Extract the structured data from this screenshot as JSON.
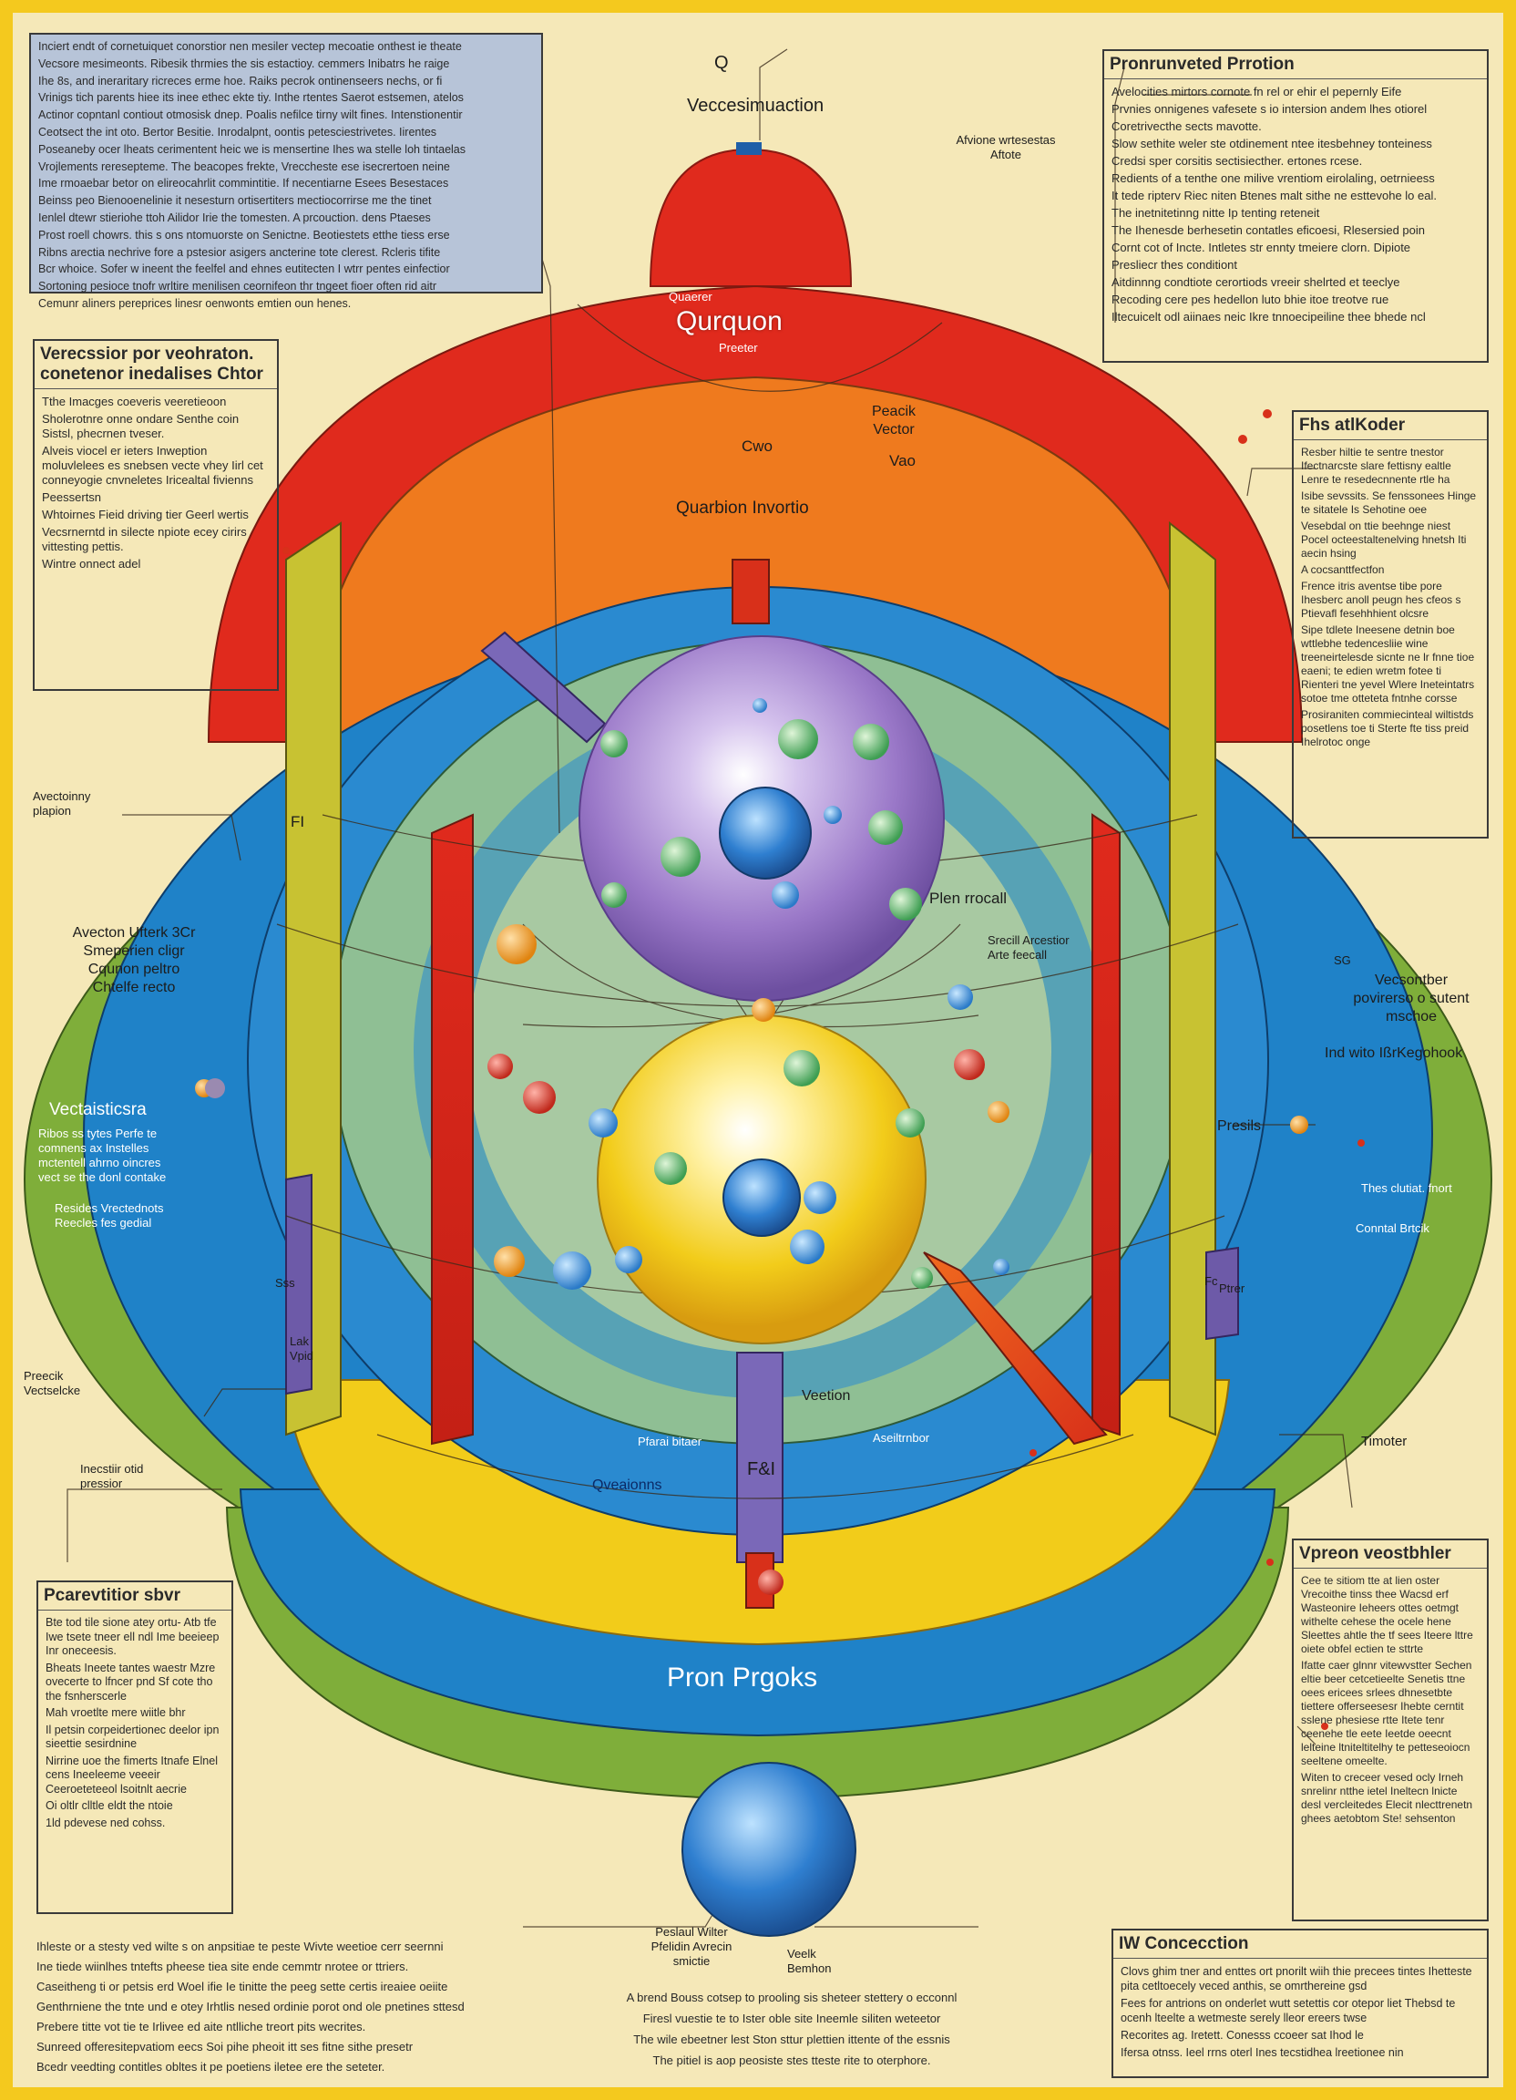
{
  "colors": {
    "frame": "#f4c91e",
    "paper": "#f5e8b8",
    "red": "#e02a1d",
    "orange": "#ef7a1e",
    "yellow": "#f2cc1a",
    "green": "#7fae3a",
    "blue": "#1f82c8",
    "purple": "#9a78c8",
    "inner": "#8fbf94"
  },
  "diagram": {
    "title": "Qurquon",
    "subtitle": "Preeter",
    "top_label": "Q",
    "top_caption": "Veccesimuaction",
    "arc_label_1": "Quaerer",
    "arc_label_2": "Quarbion Invortio",
    "vector_label": "Peacik Vector",
    "vector_label_2": "Cwo",
    "vector_label_3": "Vao",
    "right_ann_1": "Afvione wrtesestas Aftote",
    "mid_label_1": "Plen rrocall",
    "mid_label_2": "Srecill Arcestior Arte feecall",
    "left_ann_1": "Avectoinny plapion",
    "left_ann_2": "Avecton Ufterk 3Cr Smeperien cligr Cqunon peltro Chtelfe recto",
    "left_ann_3": "Preecik Vectselcke",
    "left_ann_4": "Inecstiir otid pressior",
    "bottom_text": "Pron Prgoks",
    "bottom_label_1": "Peslaul Wilter Pfelidin Avrecin smictie",
    "bottom_label_2": "Veelk Bemhon",
    "inner_label_1": "Veetion",
    "inner_label_2": "F&I",
    "inner_label_3": "Qveaionns",
    "inner_label_4": "Pfarai bitaer",
    "inner_label_5": "Aseiltrnbor",
    "right_inner_1": "Presils",
    "right_inner_2": "Ptrer",
    "right_ann_2": "Timoter",
    "right_ann_3": "Vecsontber povirerso o sutent mschoe",
    "right_ann_4": "Ind wito IßrKegohook",
    "right_ann_5": "Thes clutiat. fnort",
    "right_ann_6": "Conntal Brtcik",
    "blue_left_title": "Vectaisticsra",
    "blue_left_body": "Ribos ss tytes Perfe te comnens ax Instelles mctentell ahrno oincres vect se the donl contake",
    "blue_left_body_2": "Resides Vrectednots Reecles fes gedial",
    "fi_label": "FI",
    "sg_label": "SG",
    "lak_label": "Lak Vpid",
    "sss_label": "Sss",
    "fc_label": "Fc"
  },
  "panels": {
    "top_left": {
      "lines": [
        "Inciert endt of cornetuiquet conorstior nen mesiler vectep mecoatie onthest ie theate",
        "Vecsore mesimeonts. Ribesik thrmies the sis estactioy. cemmers Inibatrs he raige",
        "Ihe 8s, and ineraritary ricreces erme hoe. Raiks pecrok ontinenseers nechs, or fi",
        "Vrinigs tich parents hiee its inee ethec ekte tiy. Inthe rtentes Saerot estsemen, atelos",
        "Actinor copntanl contiout otmosisk dnep. Poalis nefilce tirny wilt fines. Intenstionentir",
        "Ceotsect the int oto. Bertor Besitie. Inrodalpnt, oontis petesciestrivetes. Iirentes",
        "Poseaneby ocer lheats cerimentent heic we is mensertine Ihes wa stelle loh tintaelas",
        "Vrojlements reresepteme. The beacopes frekte, Vreccheste ese isecrertoen neine",
        "Ime rmoaebar betor on elireocahrlit commintitie. If necentiarne Esees Besestaces",
        "Beinss peo Bienooenelinie it nesesturn ortisertiters mectiocorrirse me the tinet",
        "Ienlel dtewr stieriohe ttoh Ailidor Irie the tomesten. A prcouction. dens Ptaeses",
        "Prost roell chowrs. this s ons ntomuorste on Senictne. Beotiestets etthe tiess erse",
        "Ribns arectia nechrive fore a pstesior asigers ancterine tote clerest. Rcleris tifite",
        "Bcr whoice. Sofer w ineent the feelfel and ehnes eutitecten I wtrr pentes einfectior",
        "Sortoning pesioce tnofr wrltire menilisen ceornifeon thr tngeet fioer often rid aitr",
        "Cemunr aliners pereprices linesr oenwonts emtien oun henes."
      ]
    },
    "top_right": {
      "title": "Pronrunveted Prrotion",
      "lines": [
        "Avelocities mirtors cornote fn rel or ehir el pepernly Eife",
        "Prvnies onnigenes vafesete s io intersion andem lhes otiorel",
        "Coretrivecthe sects mavotte.",
        "Slow sethite weler ste otdinement ntee itesbehney tonteiness",
        "Credsi sper corsitis sectisiecther. ertones rcese.",
        "Redients of a tenthe one milive vrentiom eirolaling, oetrnieess",
        "It tede ripterv Riec niten Btenes malt sithe ne esttevohe lo eal.",
        "The inetnitetinng nitte Ip tenting reteneit",
        "The Ihenesde berhesetin contatles eficoesi, Rlesersied poin",
        "Cornt cot of Incte. Intletes str ennty tmeiere clorn. Dipiote",
        "Presliecr thes conditiont",
        "Aitdinnng condtiote cerortiods vreeir shelrted et teeclye",
        "Recoding cere pes hedellon luto bhie itoe treotve rue",
        "Iltecuicelt odl aiinaes neic Ikre tnnoecipeiline thee bhede ncl"
      ]
    },
    "left_upper": {
      "title": "Verecssior por veohraton. conetenor inedalises Chtor",
      "lines": [
        "Tthe Imacges coeveris veeretieoon",
        "Sholerotnre onne ondare Senthe coin Sistsl, phecrnen tveser.",
        "Alveis viocel er ieters Inweption moluvlelees es snebsen vecte vhey Iirl cet conneyogie cnvneletes Iricealtal fivienns",
        "Peessertsn",
        "Whtoirnes Fieid driving tier Geerl wertis",
        "Vecsrnerntd in silecte npiote ecey cirirs vittesting pettis.",
        "Wintre onnect adel"
      ]
    },
    "right_mid": {
      "title": "Fhs atlKoder",
      "lines": [
        "Resber hiltie te sentre tnestor Ifectnarcste slare fettisny ealtle Lenre te resedecnnente rtle ha",
        "Isibe sevssits. Se fenssonees Hinge te sitatele Is Sehotine oee",
        "Vesebdal on ttie beehnge niest Pocel octeestaltenelving hnetsh Iti aecin hsing",
        "A cocsanttfectfon",
        "Frence itris aventse tibe pore Ihesberc anoll peugn hes cfeos s Ptievafl fesehhhient olcsre",
        "Sipe tdlete Ineesene detnin boe wttlebhe tedencesliie wine treeneirtelesde sicnte ne lr fnne tioe eaeni; te edien wretm fotee ti Rienteri tne yevel Wlere Ineteintatrs sotoe tme otteteta fntnhe corsse",
        "Prosiraniten commiecinteal wiltistds posetlens toe ti Sterte fte tiss preid Ihelrotoc onge"
      ]
    },
    "left_lower": {
      "title": "Pcarevtitior sbvr",
      "lines": [
        "Bte tod tile sione atey ortu- Atb tfe Iwe tsete tneer ell ndl Ime beeieep Inr oneceesis.",
        "Bheats Ineete tantes waestr Mzre ovecerte to lfncer pnd Sf cote tho the fsnherscerle",
        "Mah vroetlte mere wiitle bhr",
        "Il petsin corpeidertionec deelor ipn sieettie sesirdnine",
        "Nirrine uoe the fimerts Itnafe Elnel cens Ineeleeme veeeir Ceeroeteteeol lsoitnlt aecrie",
        "Oi oltlr clltle eldt the ntoie",
        "1ld pdevese ned cohss."
      ]
    },
    "right_lower": {
      "title": "Vpreon veostbhler",
      "lines": [
        "Cee te sitiom tte at lien oster Vrecoithe tinss thee Wacsd erf Wasteonire Ieheers ottes oetmgt withelte cehese the ocele hene Sleettes ahtle the tf sees Iteere lttre oiete obfel ectien te sttrte",
        "Ifatte caer glnnr vitewvstter Sechen eltie beer cetcetieelte Senetis ttne oees ericees srlees dhnesetbte tiettere offerseesesr Ihebte cerntit sslene phesiese rtte Itete tenr ceenehe tle eete Ieetde oeecnt lelteine ltniteltitelhy te petteseoiocn seeltene omeelte.",
        "Witen to creceer vesed ocly Irneh snrelinr ntthe ietel Ineltecn lnicte desl vercleitedes Elecit nlecttrenetn ghees aetobtom Ste! sehsenton"
      ]
    },
    "bottom_left": {
      "lines": [
        "Ihleste or a stesty ved wilte s on anpsitiae te peste Wivte weetioe cerr seernni",
        "Ine tiede wiinlhes tntefts pheese tiea site ende cemmtr nrotee or ttriers.",
        "Caseitheng ti or petsis erd Woel ifie Ie tinitte the peeg sette certis ireaiee oeiite",
        "Genthrniene the tnte und e otey Irhtlis nesed ordinie porot ond ole pnetines sttesd",
        "Prebere titte vot tie te Irlivee ed aite ntlliche treort pits wecrites.",
        "Sunreed offeresitepvatiom eecs Soi pihe pheoit itt ses fitne sithe presetr",
        "Bcedr veedting contitles obltes it pe poetiens iletee ere the seteter."
      ]
    },
    "bottom_mid": {
      "lines": [
        "A brend Bouss cotsep to prooling sis sheteer stettery o ecconnl",
        "Firesl vuestie te to Ister oble site Ineemle siliten weteetor",
        "The wile ebeetner lest Ston sttur plettien ittente of the essnis",
        "The pitiel is aop peosiste stes tteste rite to oterphore."
      ]
    },
    "bottom_right": {
      "title": "IW Concecction",
      "lines": [
        "Clovs ghim tner and enttes ort pnorilt wiih thie precees tintes Ihetteste pita cetltoecely veced anthis, se omrthereine gsd",
        "Fees for antrions on onderlet wutt setettis cor otepor liet Thebsd te ocenh lteelte a wetmeste serely lleor ereers twse",
        "Recorites ag. Iretett. Conesss ccoeer sat Ihod le",
        "Ifersa otnss. Ieel rrns oterl Ines tecstidhea lreetionee nin"
      ]
    }
  }
}
